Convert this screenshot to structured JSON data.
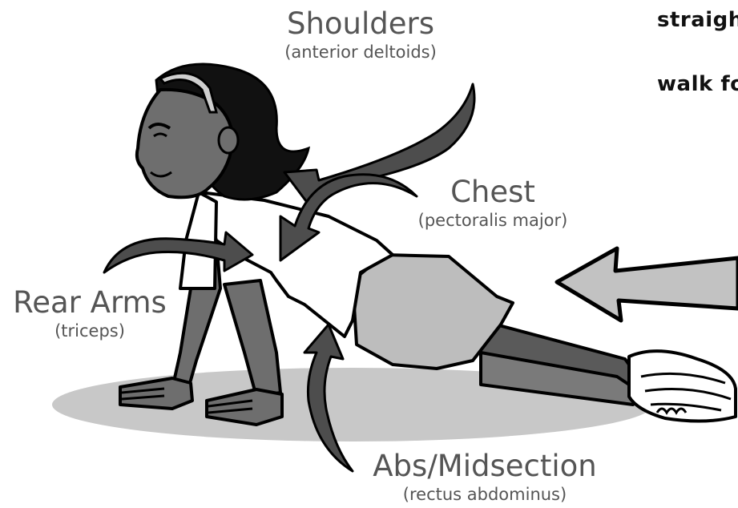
{
  "labels": {
    "shoulders": {
      "main": "Shoulders",
      "sub": "(anterior deltoids)"
    },
    "chest": {
      "main": "Chest",
      "sub": "(pectoralis major)"
    },
    "rear_arms": {
      "main": "Rear Arms",
      "sub": "(triceps)"
    },
    "abs": {
      "main": "Abs/Midsection",
      "sub": "(rectus abdominus)"
    }
  },
  "instructions": {
    "line1": "straigh",
    "line2": "walk fo"
  },
  "colors": {
    "label_text": "#555555",
    "arrow_fill": "#4d4d4d",
    "shadow": "#c8c8c8",
    "skin": "#6e6e6e",
    "shorts": "#bdbdbd",
    "big_arrow": "#c2c2c2"
  }
}
